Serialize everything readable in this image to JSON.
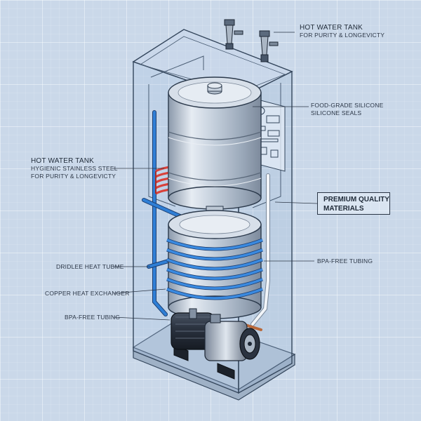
{
  "labels": {
    "hot_tank_top": {
      "title": "HOT WATER TANK",
      "sub": "FOR PURITY & LONGEVICTY"
    },
    "seals": {
      "line1": "FOOD-GRADE SILICONE",
      "line2": "SILICONE SEALS"
    },
    "hot_tank_left": {
      "title": "HOT WATER TANK",
      "line2": "HYGIENIC STAINLESS STEEL",
      "line3": "FOR PURITY & LONGEVICTY"
    },
    "premium": "PREMIUM QUALITY\nMATERIALS",
    "bpa_right": "BPA-FREE TUBING",
    "dridlee": "DRIDLEE HEAT TUBME",
    "copper": "COPPER HEAT EXCHANGER",
    "bpa_left": "BPA-FREE TUBING"
  },
  "colors": {
    "blueprint_bg": "#cad8e9",
    "tube_blue": "#2f7fd6",
    "coil_red": "#d9413a",
    "steel": "#b9c6d6"
  }
}
